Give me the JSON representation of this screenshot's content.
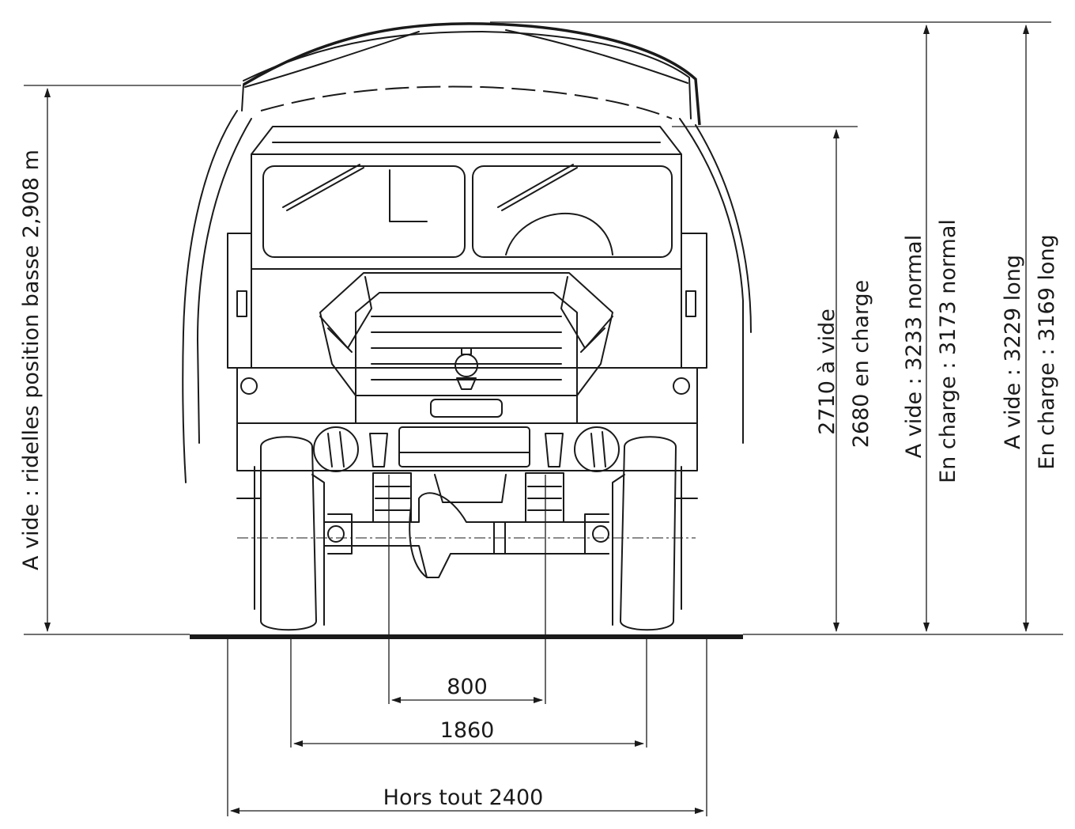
{
  "diagram": {
    "widths": {
      "track_inner": "800",
      "track": "1860",
      "overall": "Hors tout 2400"
    },
    "heights": {
      "ridelles": "A vide : ridelles position basse 2,908 m",
      "cab_empty": "2710 à vide",
      "cab_loaded": "2680 en charge",
      "normal_empty": "A vide : 3233 normal",
      "normal_loaded": "En charge : 3173 normal",
      "long_empty": "A vide : 3229 long",
      "long_loaded": "En charge : 3169 long"
    }
  }
}
